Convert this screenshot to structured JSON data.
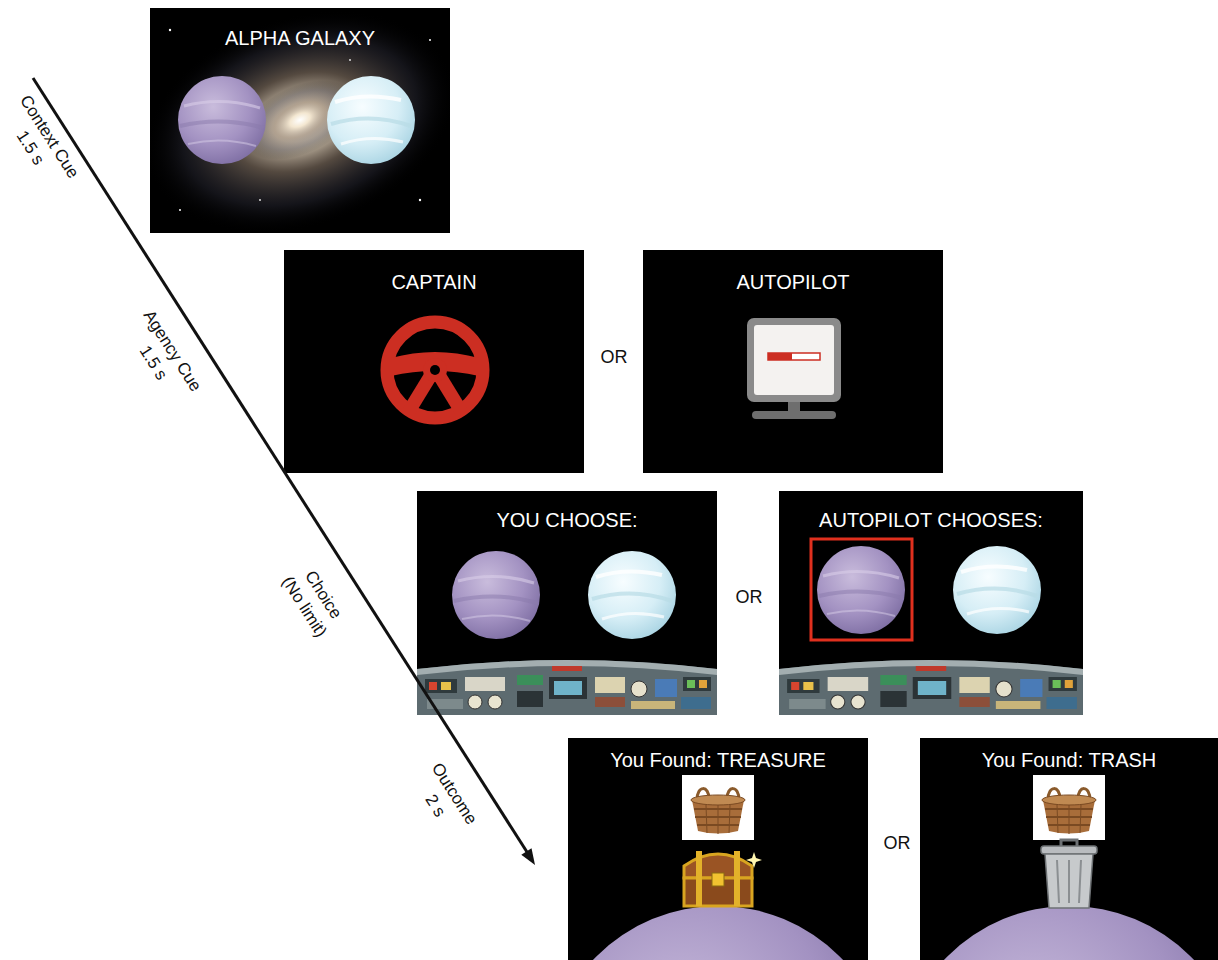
{
  "diagram": {
    "nodes": [
      {
        "text": [
          "ALPHA GALAXY"
        ]
      },
      {
        "text": [
          "CAPTAIN"
        ]
      },
      {
        "text": [
          "AUTOPILOT"
        ]
      },
      {
        "text": [
          "YOU CHOOSE:"
        ]
      },
      {
        "text": [
          "AUTOPILOT CHOOSES:"
        ]
      },
      {
        "text": [
          "You Found: TREASURE"
        ]
      },
      {
        "text": [
          "You Found: TRASH"
        ]
      }
    ],
    "labels": [
      "Context Cue",
      "1.5 s",
      "Agency Cue",
      "1.5 s",
      "Choice",
      "(No limit)",
      "Outcome",
      "2 s",
      "OR",
      "OR",
      "OR"
    ]
  }
}
